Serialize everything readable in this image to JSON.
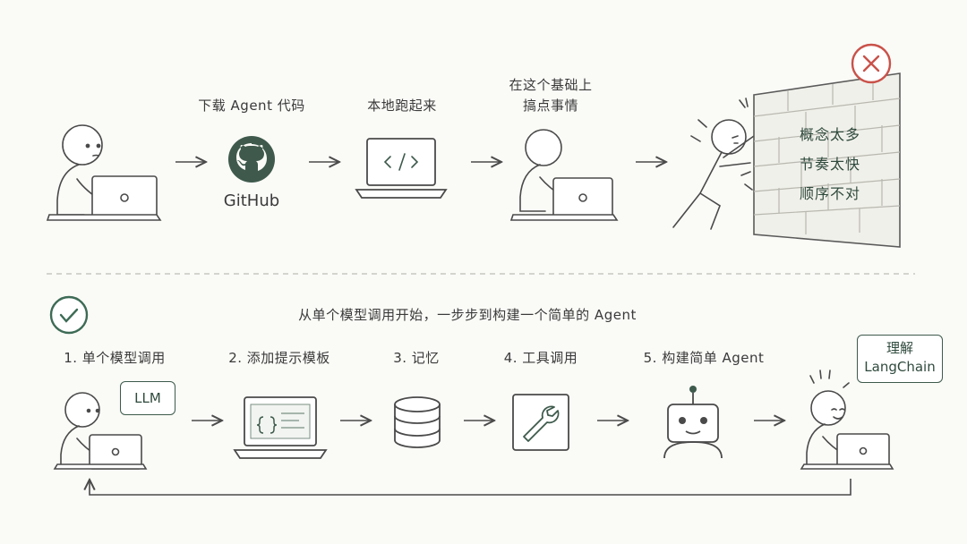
{
  "top_flow": {
    "step1_label": "下载 Agent 代码",
    "github_label": "GitHub",
    "step2_label": "本地跑起来",
    "step3_label_line1": "在这个基础上",
    "step3_label_line2": "搞点事情",
    "wall_lines": [
      "概念太多",
      "节奏太快",
      "顺序不对"
    ]
  },
  "bottom_flow": {
    "headline": "从单个模型调用开始，一步步到构建一个简单的 Agent",
    "steps": [
      "1. 单个模型调用",
      "2. 添加提示模板",
      "3. 记忆",
      "4. 工具调用",
      "5. 构建简单 Agent"
    ],
    "llm_bubble": "LLM",
    "understand_bubble_line1": "理解",
    "understand_bubble_line2": "LangChain"
  },
  "colors": {
    "ink": "#4a4a4a",
    "green": "#3d6b55",
    "red": "#c9524a",
    "background": "#fafaf7"
  },
  "icons": [
    "x-icon",
    "check-icon",
    "github-icon",
    "code-icon",
    "database-icon",
    "wrench-icon",
    "robot-icon"
  ]
}
